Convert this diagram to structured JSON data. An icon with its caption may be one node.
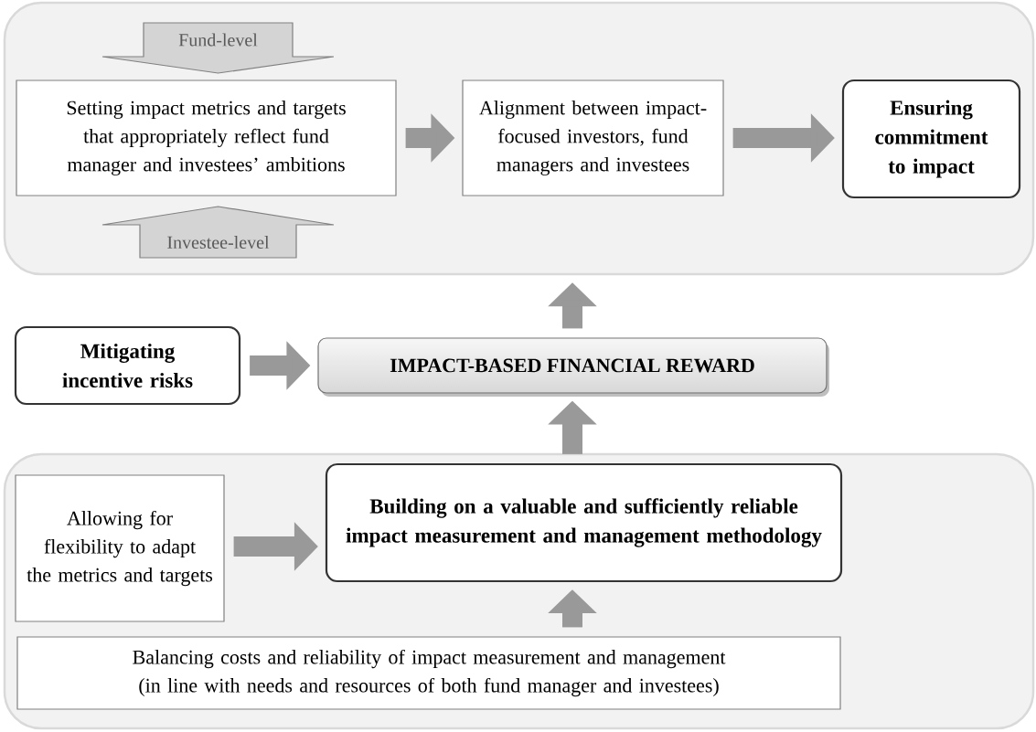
{
  "diagram": {
    "nodes": [
      {
        "text": [],
        "shape": "box"
      },
      {
        "text": [
          "Fund-level"
        ],
        "in": 0
      },
      {
        "text": [
          "Setting impact metrics and targets that appropriately reflect fund manager and investees’ ambitions"
        ],
        "in": 0
      },
      {
        "text": [
          "Investee-level"
        ],
        "in": 0
      },
      {
        "text": [
          "Alignment between impact-focused investors, fund managers and investees"
        ],
        "in": 0
      },
      {
        "text": [
          "Ensuring commitment to impact"
        ],
        "in": 0
      },
      {
        "text": [
          "Mitigating incentive risks"
        ]
      },
      {
        "text": [
          "IMPACT-BASED FINANCIAL REWARD"
        ]
      },
      {
        "text": [],
        "shape": "box"
      },
      {
        "text": [
          "Allowing for flexibility to adapt the metrics and targets"
        ],
        "in": 8
      },
      {
        "text": [
          "Building on a valuable and sufficiently reliable impact measurement and management methodology"
        ],
        "in": 8
      },
      {
        "text": [
          "Balancing costs and reliability of impact measurement and management (in line with needs and resources of both fund manager and investees)"
        ],
        "in": 8
      }
    ],
    "edges": [
      {
        "from": 2,
        "to": 4,
        "arrow": "to"
      },
      {
        "from": 4,
        "to": 5,
        "arrow": "to"
      },
      {
        "from": 6,
        "to": 7,
        "arrow": "to"
      },
      {
        "from": 7,
        "to": 0,
        "arrow": "to"
      },
      {
        "from": 10,
        "to": 7,
        "arrow": "to"
      },
      {
        "from": 9,
        "to": 10,
        "arrow": "to"
      },
      {
        "from": 11,
        "to": 10,
        "arrow": "to"
      }
    ]
  }
}
